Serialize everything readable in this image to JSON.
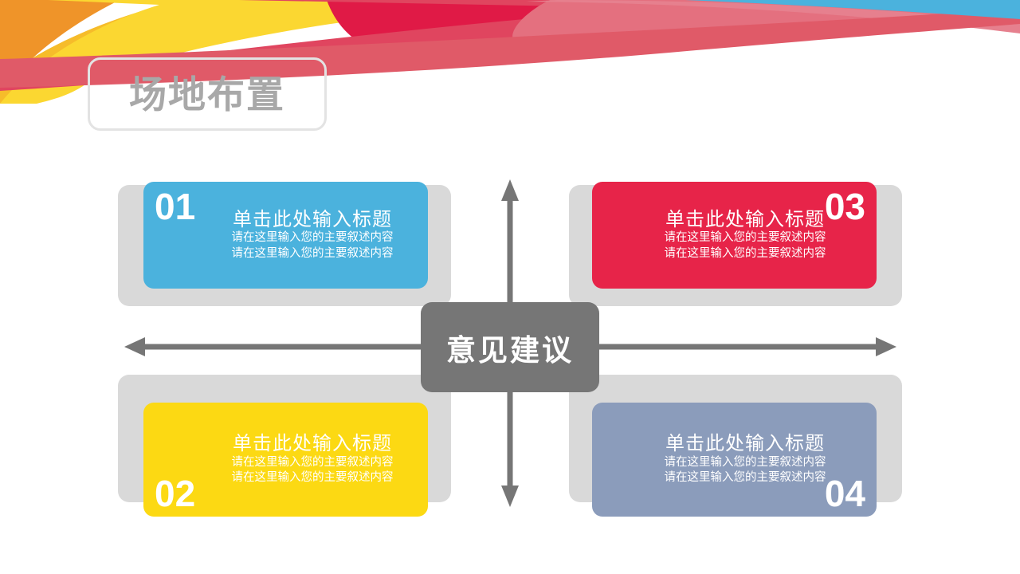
{
  "slide": {
    "title": "场地布置",
    "background_color": "#ffffff"
  },
  "hub": {
    "label": "意见建议",
    "color": "#767676"
  },
  "cards": [
    {
      "number": "01",
      "title": "单击此处输入标题",
      "line1": "请在这里输入您的主要叙述内容",
      "line2": "请在这里输入您的主要叙述内容",
      "color": "#4bb2dd",
      "number_position": "top-left"
    },
    {
      "number": "02",
      "title": "单击此处输入标题",
      "line1": "请在这里输入您的主要叙述内容",
      "line2": "请在这里输入您的主要叙述内容",
      "color": "#fcd913",
      "number_position": "bottom-left"
    },
    {
      "number": "03",
      "title": "单击此处输入标题",
      "line1": "请在这里输入您的主要叙述内容",
      "line2": "请在这里输入您的主要叙述内容",
      "color": "#e72449",
      "number_position": "top-right"
    },
    {
      "number": "04",
      "title": "单击此处输入标题",
      "line1": "请在这里输入您的主要叙述内容",
      "line2": "请在这里输入您的主要叙述内容",
      "color": "#8b9cbb",
      "number_position": "bottom-right"
    }
  ],
  "arrows": {
    "color": "#767676",
    "directions": [
      "up",
      "down",
      "left",
      "right"
    ]
  },
  "decoration": {
    "ribbon_colors": {
      "orange": "#f0932b",
      "yellow": "#f5c518",
      "gold": "#fad230",
      "crimson": "#e31c48",
      "pink": "#e3556b",
      "coral": "#e4606d",
      "light_pink": "#e8818c",
      "blue": "#4bb2dd"
    }
  },
  "plates": {
    "color": "#d9d9d9"
  }
}
